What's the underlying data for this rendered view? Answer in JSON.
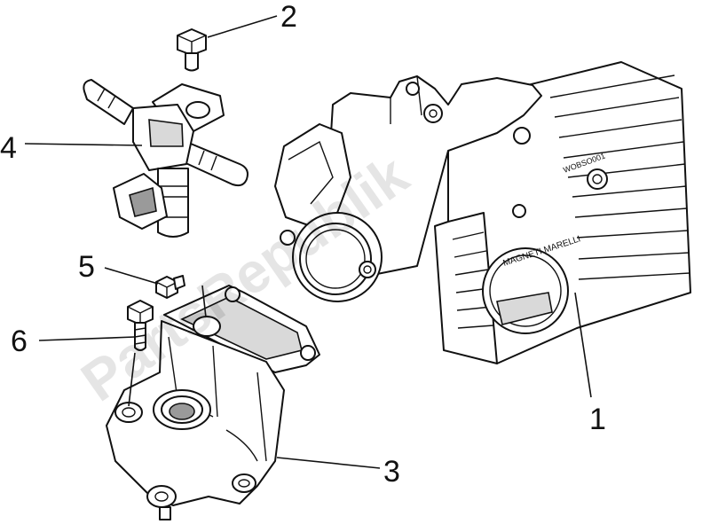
{
  "diagram": {
    "callouts": [
      {
        "id": "1",
        "label": "1"
      },
      {
        "id": "2",
        "label": "2"
      },
      {
        "id": "3",
        "label": "3"
      },
      {
        "id": "4",
        "label": "4"
      },
      {
        "id": "5",
        "label": "5"
      },
      {
        "id": "6",
        "label": "6"
      }
    ],
    "watermark": "PartsRepublik",
    "throttle_label": "MAGNETI MARELLI",
    "throttle_code": "WOBSO001"
  },
  "colors": {
    "line": "#111111",
    "fill": "#ffffff",
    "shade": "#d9d9d9",
    "watermark": "#000000"
  }
}
